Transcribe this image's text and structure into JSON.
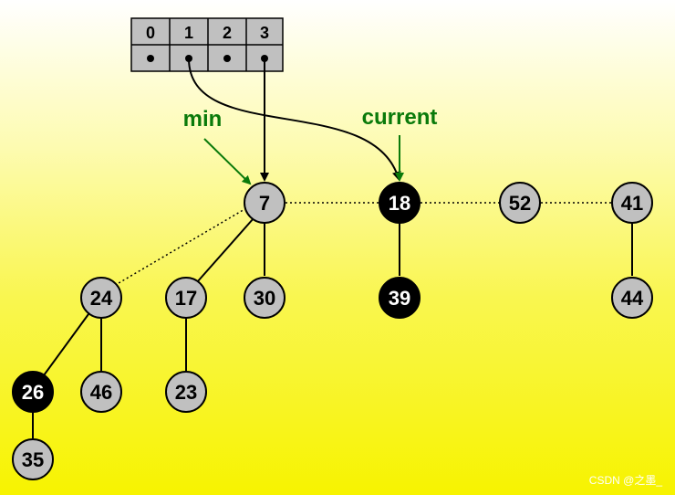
{
  "colors": {
    "green": "#0a7a0a",
    "gray_node": "#c0c0c0",
    "black_node": "#000000"
  },
  "array": {
    "indices": [
      "0",
      "1",
      "2",
      "3"
    ]
  },
  "labels": {
    "min": "min",
    "current": "current"
  },
  "nodes": {
    "n7": "7",
    "n18": "18",
    "n52": "52",
    "n41": "41",
    "n24": "24",
    "n17": "17",
    "n30": "30",
    "n39": "39",
    "n44": "44",
    "n26": "26",
    "n46": "46",
    "n23": "23",
    "n35": "35"
  },
  "node_colors": {
    "n18": "black",
    "n39": "black",
    "n26": "black"
  },
  "watermark": "CSDN @之墨_"
}
